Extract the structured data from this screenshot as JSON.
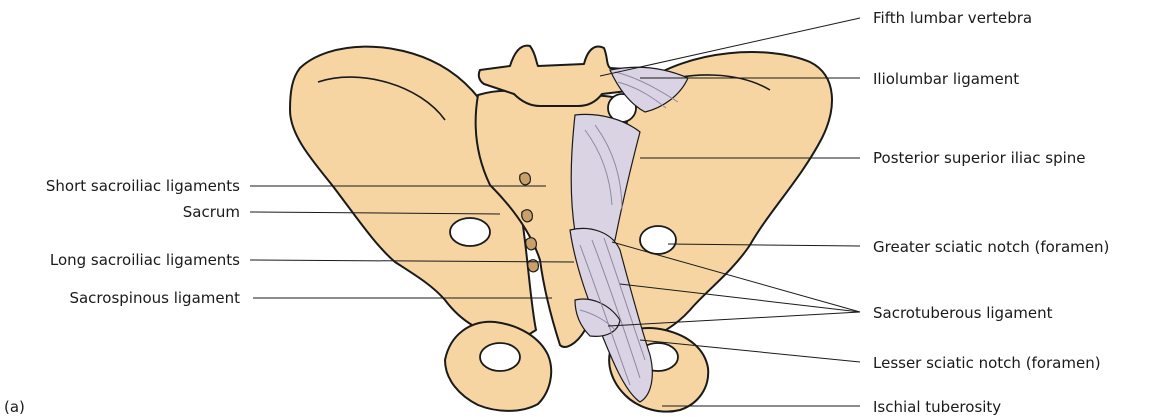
{
  "figure_label": "(a)",
  "labels": {
    "fifth_lumbar": "Fifth lumbar vertebra",
    "iliolumbar": "Iliolumbar ligament",
    "psis": "Posterior superior iliac spine",
    "greater_sciatic": "Greater sciatic notch (foramen)",
    "sacrotuberous": "Sacrotuberous ligament",
    "lesser_sciatic": "Lesser sciatic notch (foramen)",
    "ischial_tuberosity": "Ischial tuberosity",
    "short_sacroiliac": "Short sacroiliac ligaments",
    "sacrum": "Sacrum",
    "long_sacroiliac": "Long sacroiliac ligaments",
    "sacrospinous": "Sacrospinous ligament"
  },
  "colors": {
    "bone": "#f6d5a3",
    "ligament": "#d9d3e3",
    "outline": "#1a1a1a"
  }
}
